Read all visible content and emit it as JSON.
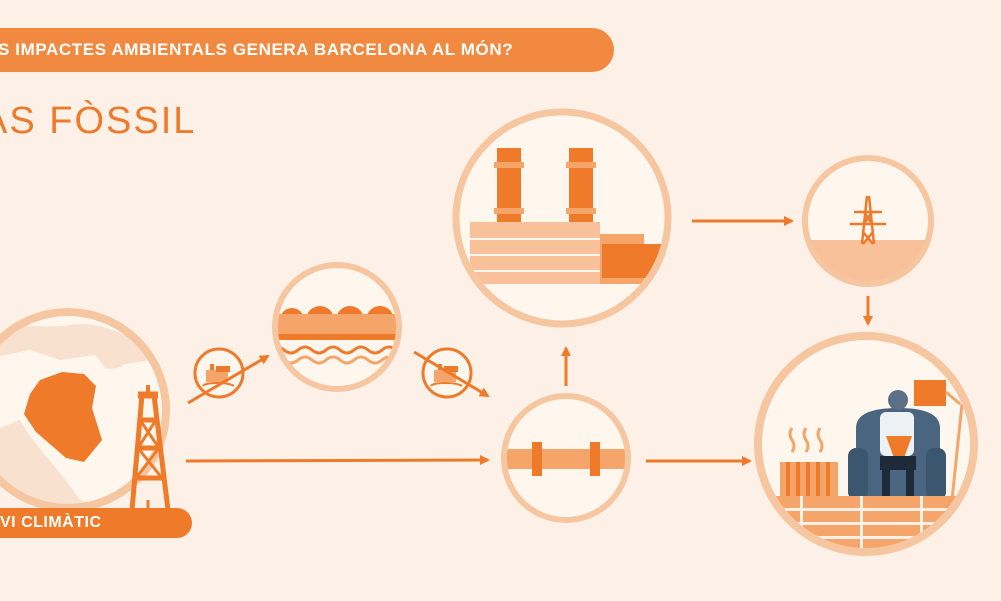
{
  "banner": {
    "text": "S IMPACTES AMBIENTALS GENERA BARCELONA AL MÓN?"
  },
  "section": {
    "title": "AS FÒSSIL"
  },
  "badge": {
    "text": "VI CLIMÀTIC"
  },
  "colors": {
    "background": "#fdf0e6",
    "accent": "#ee7a2a",
    "accent_light": "#f8b98a",
    "ring": "#f6c6a0",
    "person": "#4a6580"
  }
}
